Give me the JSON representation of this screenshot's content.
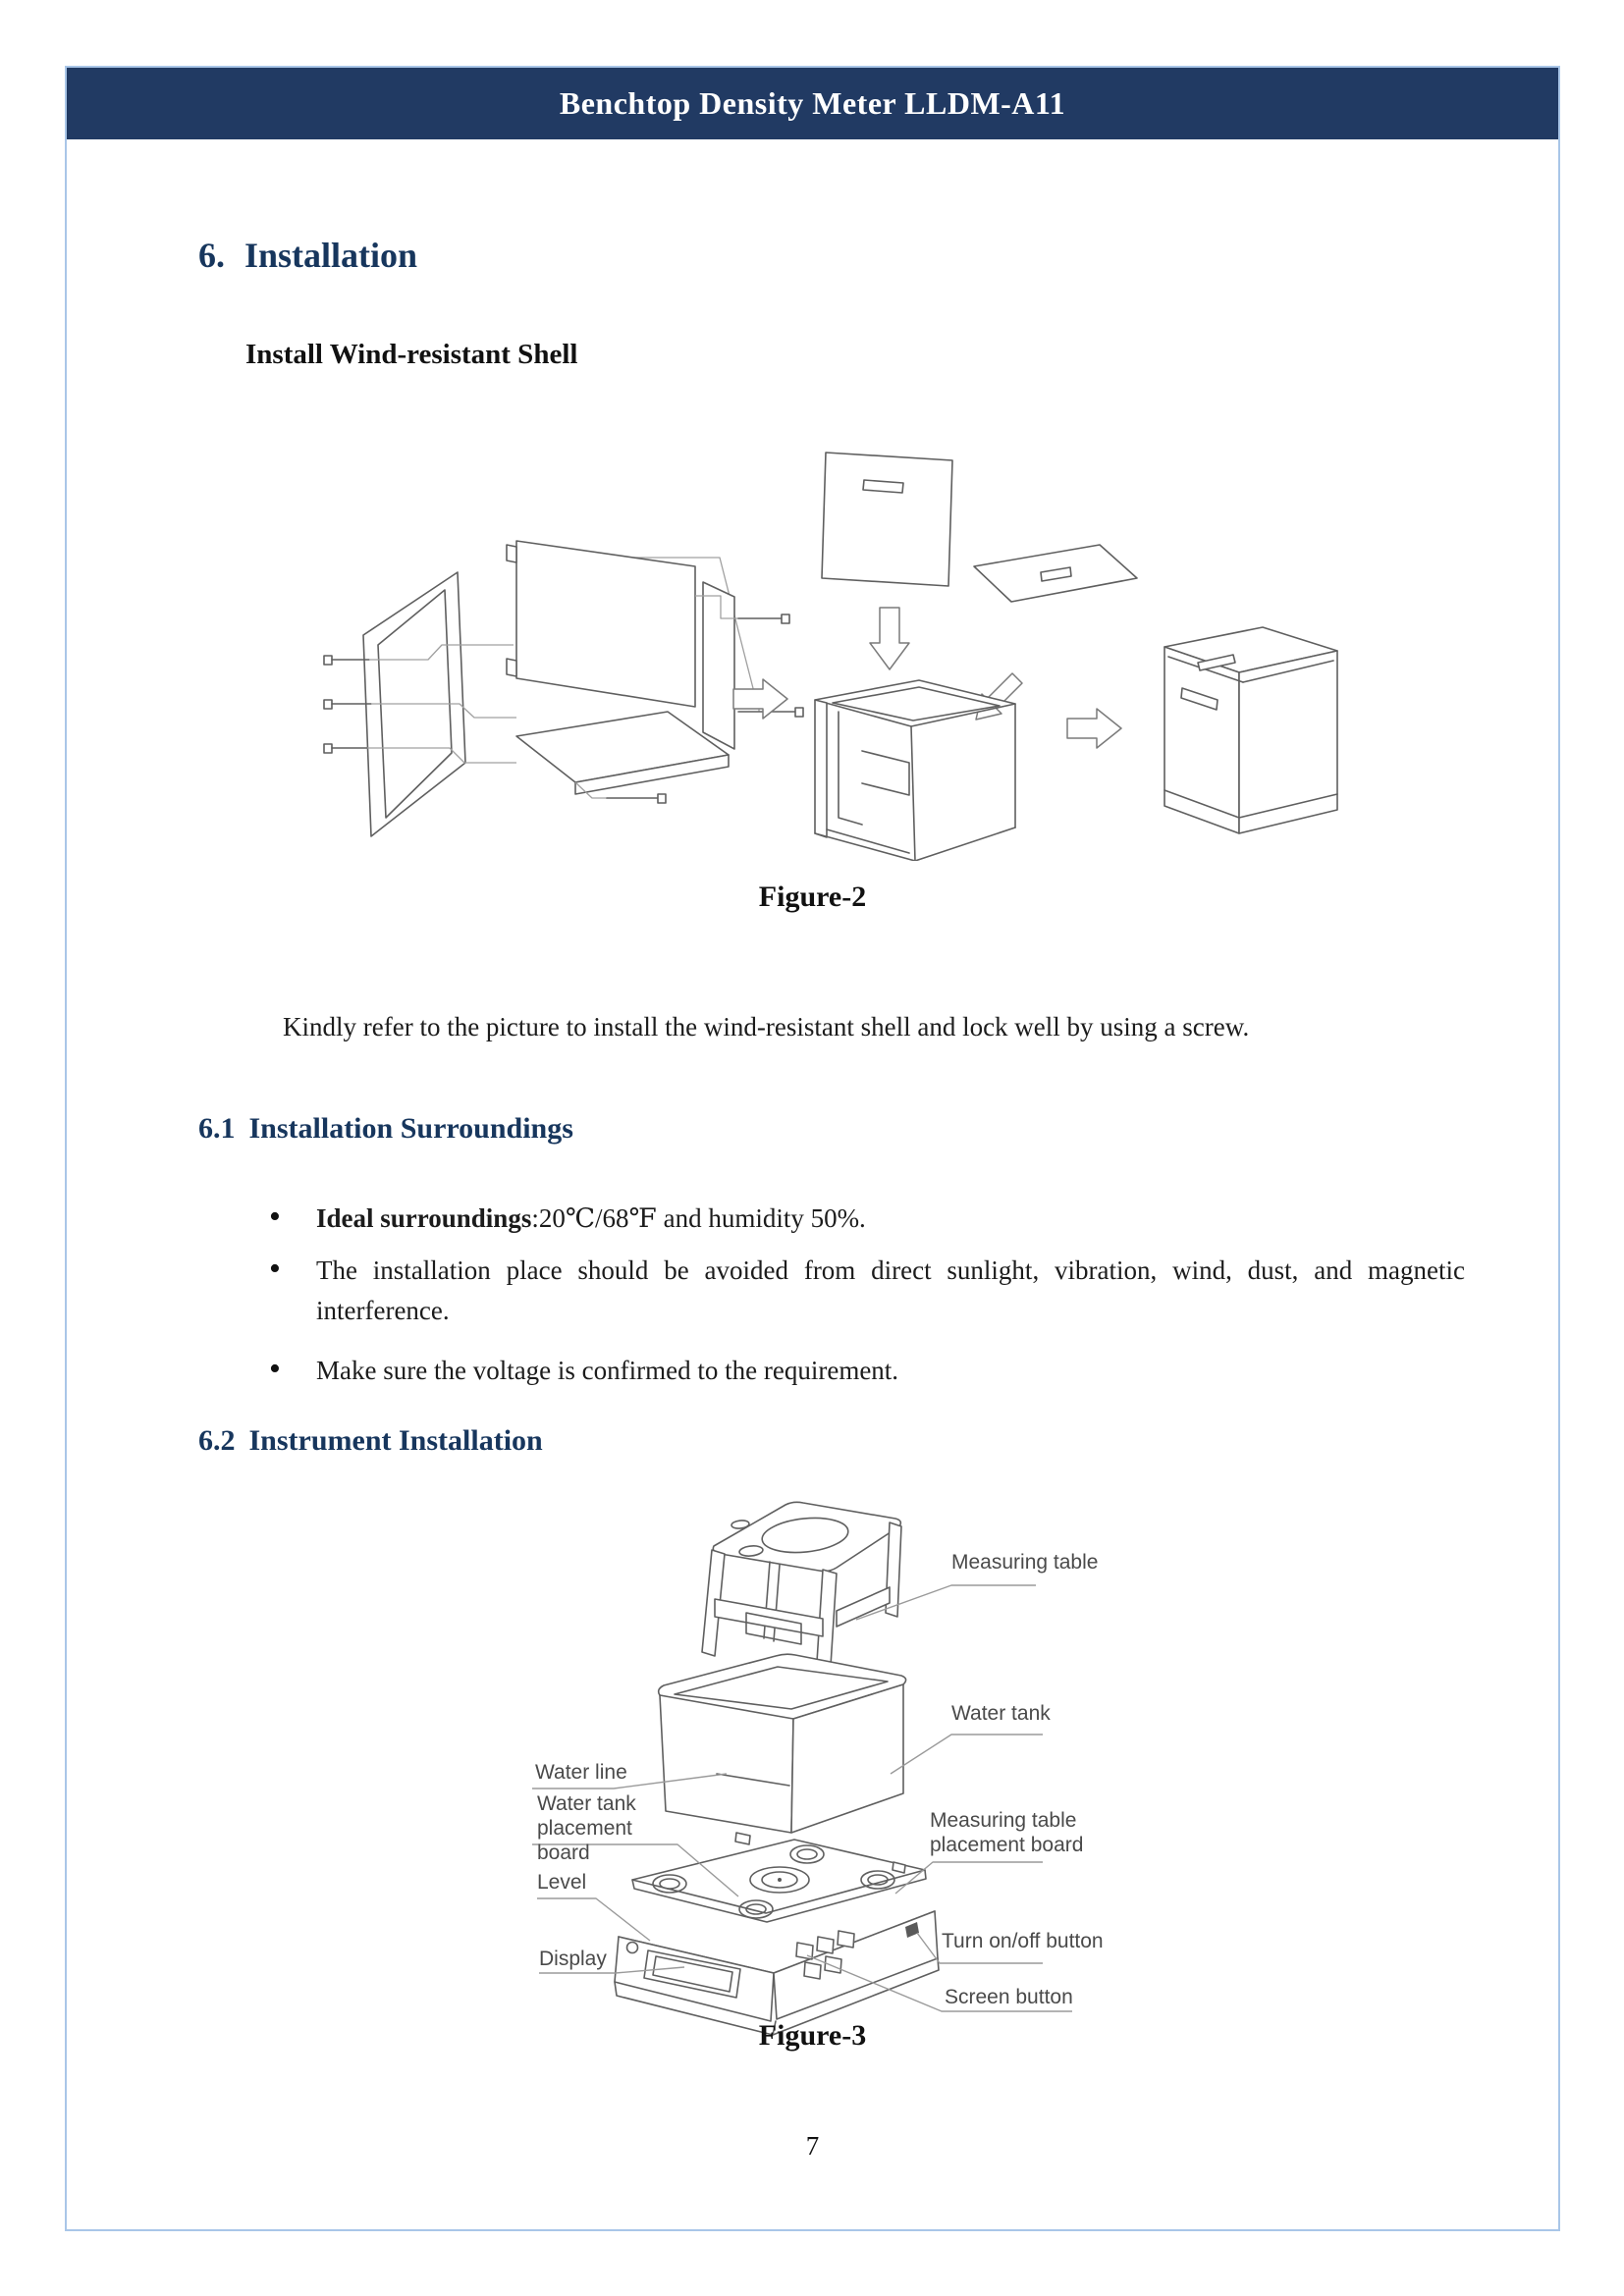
{
  "header": {
    "title": "Benchtop Density Meter LLDM-A11"
  },
  "sections": {
    "s6": {
      "number": "6.",
      "title": "Installation",
      "subheading": "Install Wind-resistant Shell",
      "paragraph": "Kindly refer to the picture to install the wind-resistant shell and lock well by using a screw."
    },
    "s61": {
      "number": "6.1",
      "title": "Installation Surroundings",
      "bullets": [
        {
          "lead": "Ideal surroundings",
          "text": ":20℃/68℉ and humidity 50%."
        },
        {
          "lead": "",
          "text": "The installation place should be avoided from direct sunlight, vibration, wind, dust, and magnetic interference."
        },
        {
          "lead": "",
          "text": "Make sure the voltage is confirmed to the requirement."
        }
      ]
    },
    "s62": {
      "number": "6.2",
      "title": "Instrument Installation"
    }
  },
  "figures": {
    "fig2": {
      "caption": "Figure-2"
    },
    "fig3": {
      "caption": "Figure-3",
      "labels": {
        "measuring_table": "Measuring table",
        "water_tank": "Water tank",
        "water_line": "Water line",
        "water_tank_placement_board": "Water tank placement board",
        "measuring_table_placement_board": "Measuring table placement board",
        "level": "Level",
        "display": "Display",
        "turn_on_off": "Turn on/off button",
        "screen_button": "Screen button"
      }
    }
  },
  "footer": {
    "page_number": "7"
  },
  "colors": {
    "header_bg": "#213a63",
    "heading_text": "#17365d",
    "page_border": "#a9c6e8",
    "body_text": "#1c1c1c",
    "figure_line": "#5f5f5f",
    "figure_label": "#4a4a4a"
  }
}
